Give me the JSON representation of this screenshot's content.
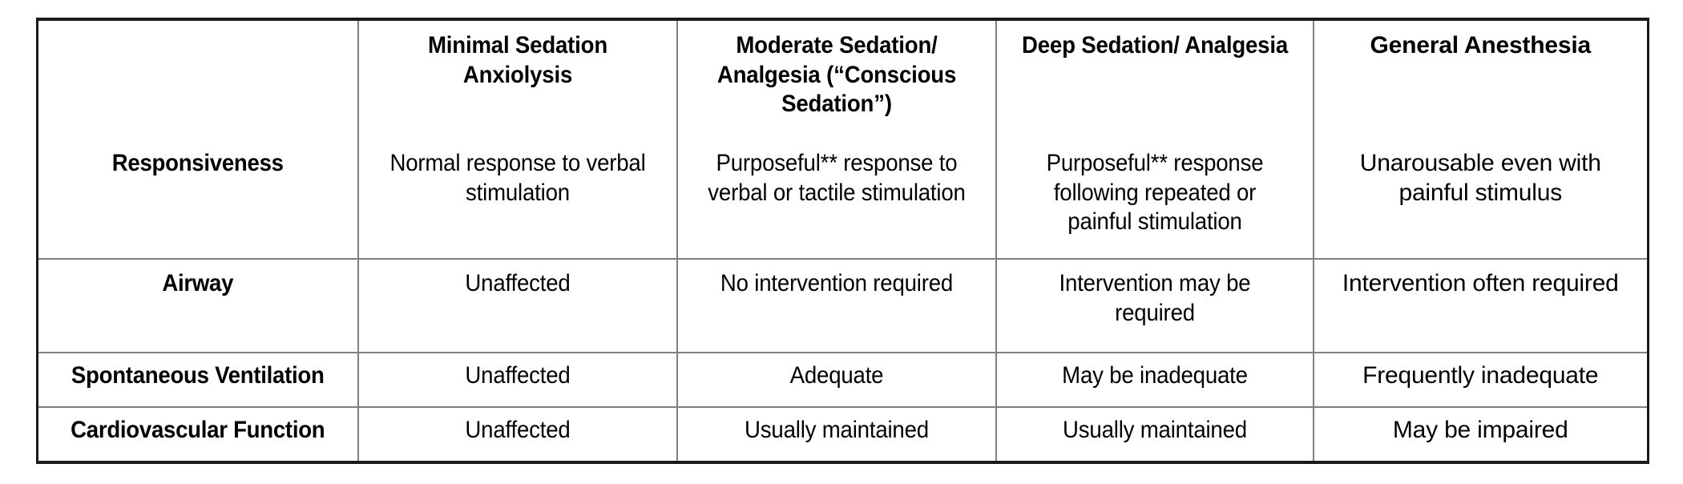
{
  "table": {
    "caption": "",
    "columns": [
      {
        "key": "attribute",
        "header": ""
      },
      {
        "key": "minimal",
        "header": "Minimal Sedation Anxiolysis"
      },
      {
        "key": "moderate",
        "header": "Moderate Sedation/ Analgesia (“Conscious Sedation”)"
      },
      {
        "key": "deep",
        "header": "Deep Sedation/ Analgesia"
      },
      {
        "key": "general",
        "header": "General Anesthesia"
      }
    ],
    "header_lines": {
      "col1": [
        "Minimal Sedation",
        "Anxiolysis"
      ],
      "col2": [
        "Moderate Sedation/",
        "Analgesia (“Conscious",
        "Sedation”)"
      ],
      "col3": [
        "Deep Sedation/ Analgesia"
      ],
      "col4": [
        "General Anesthesia"
      ]
    },
    "rows": [
      {
        "label": "Responsiveness",
        "cells": [
          "Normal response to verbal stimulation",
          "Purposeful** response to verbal or tactile stimulation",
          "Purposeful** response following repeated or painful stimulation",
          "Unarousable even with painful stimulus"
        ]
      },
      {
        "label": "Airway",
        "cells": [
          "Unaffected",
          "No intervention required",
          "Intervention may be required",
          "Intervention often required"
        ]
      },
      {
        "label": "Spontaneous Ventilation",
        "cells": [
          "Unaffected",
          "Adequate",
          "May be inadequate",
          "Frequently inadequate"
        ]
      },
      {
        "label": "Cardiovascular Function",
        "cells": [
          "Unaffected",
          "Usually maintained",
          "Usually maintained",
          "May be impaired"
        ]
      }
    ]
  },
  "style": {
    "text_color": "#000000",
    "background": "#ffffff",
    "outer_border_color": "#1a1a1a",
    "inner_border_color": "#808080"
  }
}
